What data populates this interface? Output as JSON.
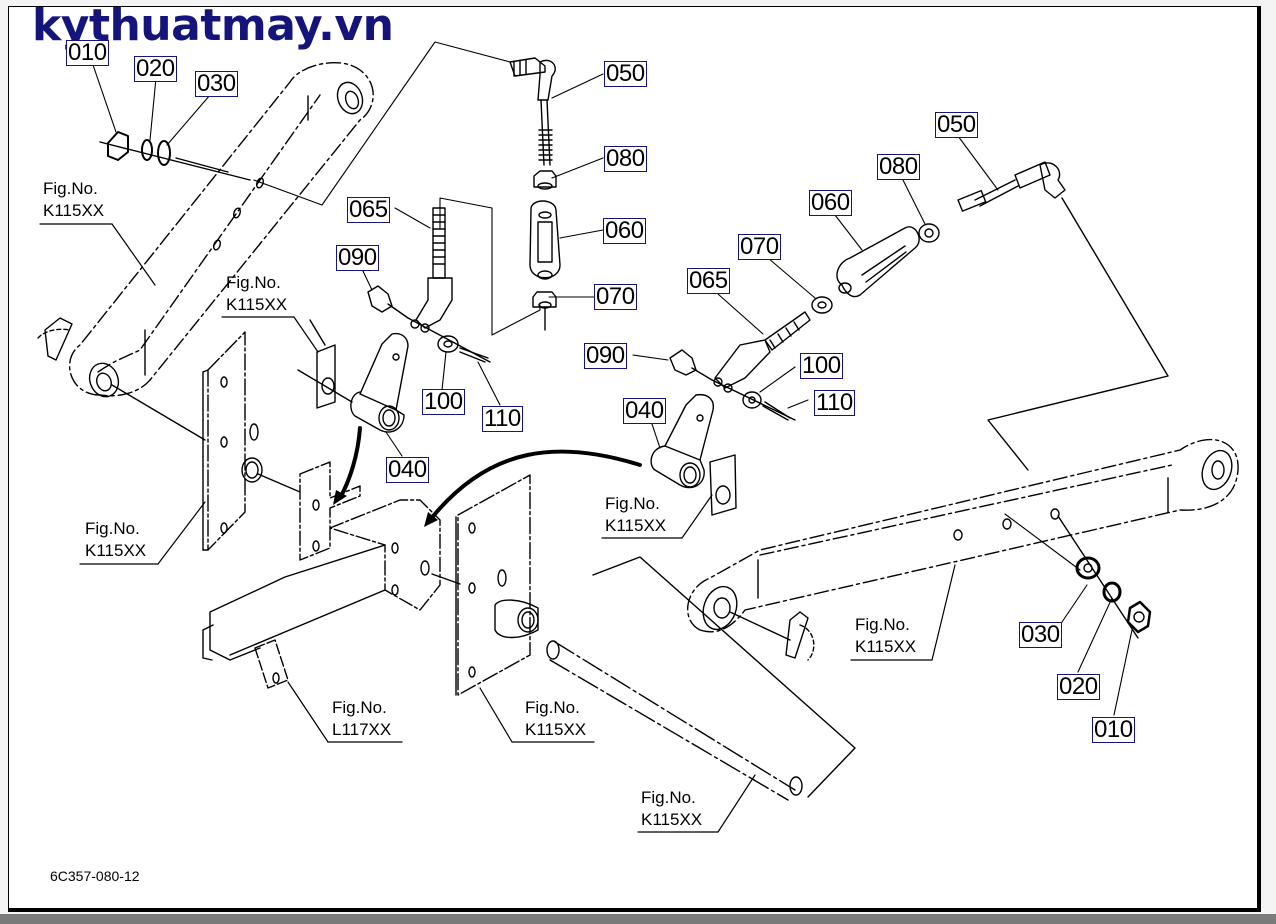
{
  "watermark": "kythuatmay.vn",
  "drawing_number": "6C357-080-12",
  "colors": {
    "watermark": "#14147a",
    "callout_border": "#14147a",
    "line": "#000000",
    "background": "#ffffff"
  },
  "callouts": [
    {
      "id": "left-010",
      "label": "010"
    },
    {
      "id": "left-020",
      "label": "020"
    },
    {
      "id": "left-030",
      "label": "030"
    },
    {
      "id": "left-050",
      "label": "050"
    },
    {
      "id": "left-080",
      "label": "080"
    },
    {
      "id": "left-060",
      "label": "060"
    },
    {
      "id": "left-070",
      "label": "070"
    },
    {
      "id": "left-065",
      "label": "065"
    },
    {
      "id": "left-090",
      "label": "090"
    },
    {
      "id": "left-100",
      "label": "100"
    },
    {
      "id": "left-110",
      "label": "110"
    },
    {
      "id": "left-040",
      "label": "040"
    },
    {
      "id": "right-050",
      "label": "050"
    },
    {
      "id": "right-080",
      "label": "080"
    },
    {
      "id": "right-060",
      "label": "060"
    },
    {
      "id": "right-070",
      "label": "070"
    },
    {
      "id": "right-065",
      "label": "065"
    },
    {
      "id": "right-090",
      "label": "090"
    },
    {
      "id": "right-100",
      "label": "100"
    },
    {
      "id": "right-110",
      "label": "110"
    },
    {
      "id": "right-040",
      "label": "040"
    },
    {
      "id": "right-030",
      "label": "030"
    },
    {
      "id": "right-020",
      "label": "020"
    },
    {
      "id": "right-010",
      "label": "010"
    }
  ],
  "figure_refs": [
    {
      "id": "left-lower-link",
      "line1": "Fig.No.",
      "line2": "K115XX"
    },
    {
      "id": "left-bracket-plate-small",
      "line1": "Fig.No.",
      "line2": "K115XX"
    },
    {
      "id": "left-mount-plate",
      "line1": "Fig.No.",
      "line2": "K115XX"
    },
    {
      "id": "right-bracket-plate-small",
      "line1": "Fig.No.",
      "line2": "K115XX"
    },
    {
      "id": "right-lower-link",
      "line1": "Fig.No.",
      "line2": "K115XX"
    },
    {
      "id": "drawbar-frame",
      "line1": "Fig.No.",
      "line2": "L117XX"
    },
    {
      "id": "right-mount-plate",
      "line1": "Fig.No.",
      "line2": "K115XX"
    },
    {
      "id": "cross-shaft",
      "line1": "Fig.No.",
      "line2": "K115XX"
    }
  ]
}
